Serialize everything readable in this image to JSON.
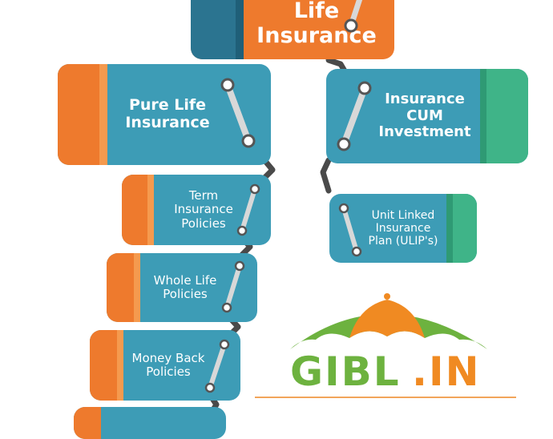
{
  "diagram": {
    "root": {
      "label": "Life\nInsurance"
    },
    "left_branch": {
      "label": "Pure Life\nInsurance"
    },
    "right_branch": {
      "label": "Insurance\nCUM\nInvestment"
    },
    "left_children": [
      {
        "label": "Term\nInsurance\nPolicies"
      },
      {
        "label": "Whole Life\nPolicies"
      },
      {
        "label": "Money Back\nPolicies"
      }
    ],
    "right_children": [
      {
        "label": "Unit Linked\nInsurance\nPlan (ULIP's)"
      }
    ]
  },
  "logo": {
    "brand_letters": "GIBL",
    "brand_suffix": ".IN"
  },
  "colors": {
    "teal": "#3d9cb6",
    "teal_dark": "#2b7490",
    "orange": "#ee7a2d",
    "green": "#3fb488",
    "logo_green": "#6db23f",
    "logo_orange": "#f08a22"
  }
}
